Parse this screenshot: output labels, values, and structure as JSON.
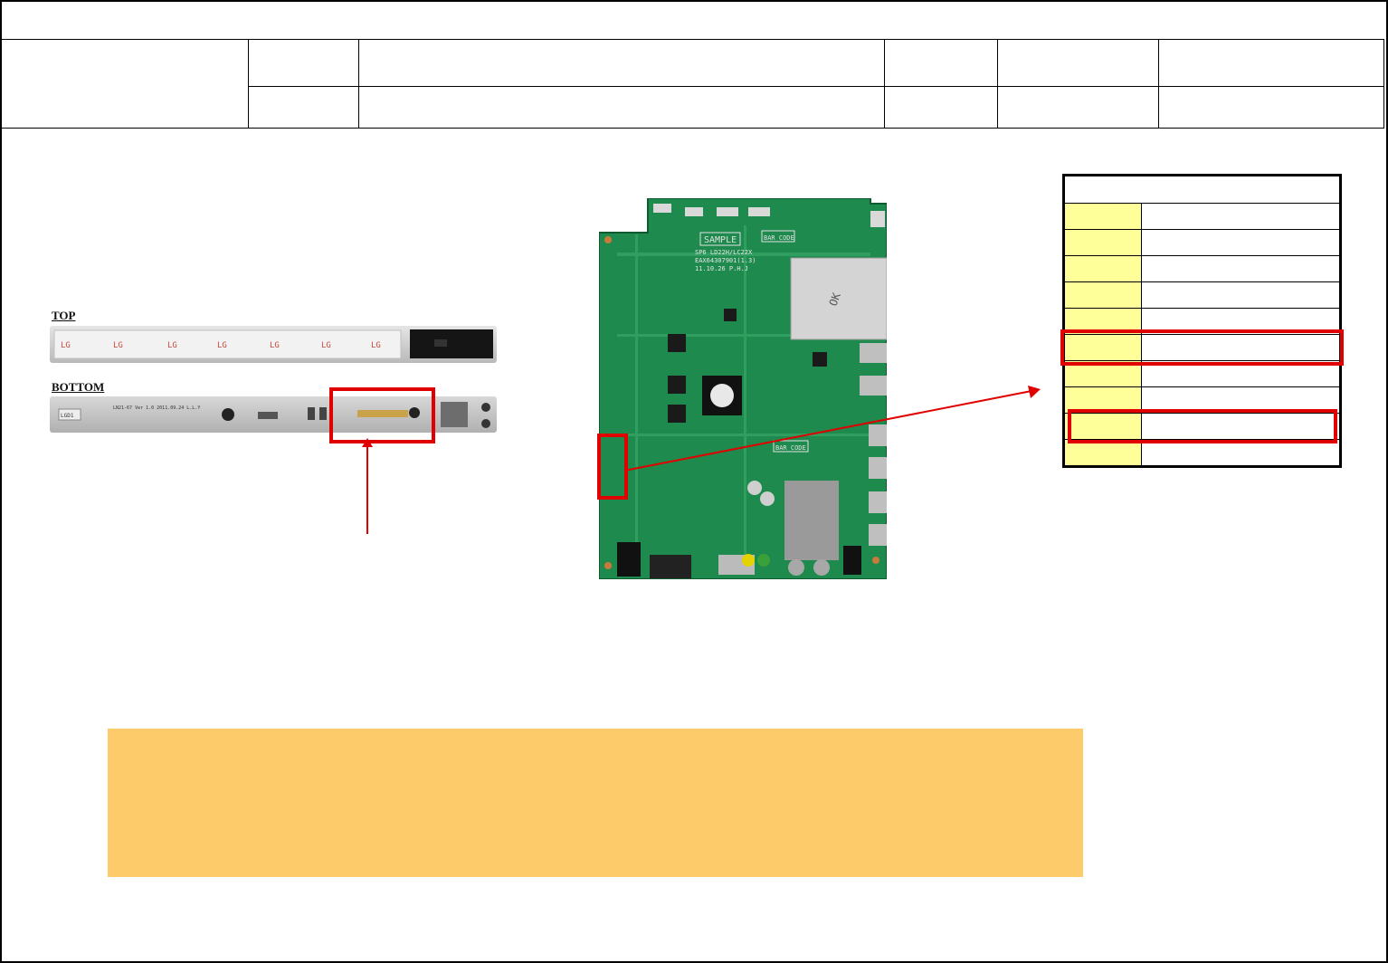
{
  "labels": {
    "top": "TOP",
    "bottom": "BOTTOM"
  },
  "strip_markings": {
    "top_print": "LG",
    "bottom_text_1": "LGD1",
    "bottom_text_2": "LN21-67 Ver 1.0 2011.09.24 L.L.Y"
  },
  "board": {
    "sample": "SAMPLE",
    "bar_code_1": "BAR CODE",
    "bar_code_2": "BAR CODE",
    "model": "SP6 LD22H/LC22X",
    "part": "EAX64307901(1.3)",
    "date": "11.10.26 P.H.J",
    "handwriting": "OK"
  },
  "colors": {
    "highlight": "#e00000",
    "pin_cell": "#ffff99",
    "note_box": "#fecb6a"
  }
}
